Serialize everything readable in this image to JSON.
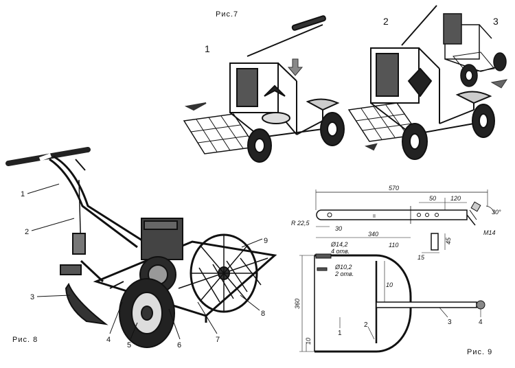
{
  "fig7": {
    "caption": "Рис.7",
    "stage_numbers": [
      "1",
      "2",
      "3"
    ]
  },
  "fig8": {
    "caption": "Рис. 8",
    "callouts": [
      "1",
      "2",
      "3",
      "4",
      "5",
      "6",
      "7",
      "8",
      "9"
    ]
  },
  "fig9": {
    "caption": "Рис. 9",
    "dimensions": {
      "total_length": "570",
      "d50": "50",
      "d120": "120",
      "radius": "R 22,5",
      "d30": "30",
      "d340": "340",
      "d110": "110",
      "angle": "30°",
      "thread": "M14",
      "hole_14": "Ø14,2",
      "holes_4": "4 отв.",
      "hole_10": "Ø10,2",
      "holes_2": "2 отв.",
      "d45": "45",
      "d15": "15",
      "d10_inner": "10",
      "d360": "360",
      "d10_bottom": "10"
    },
    "part_numbers": [
      "1",
      "2",
      "3",
      "4"
    ]
  }
}
